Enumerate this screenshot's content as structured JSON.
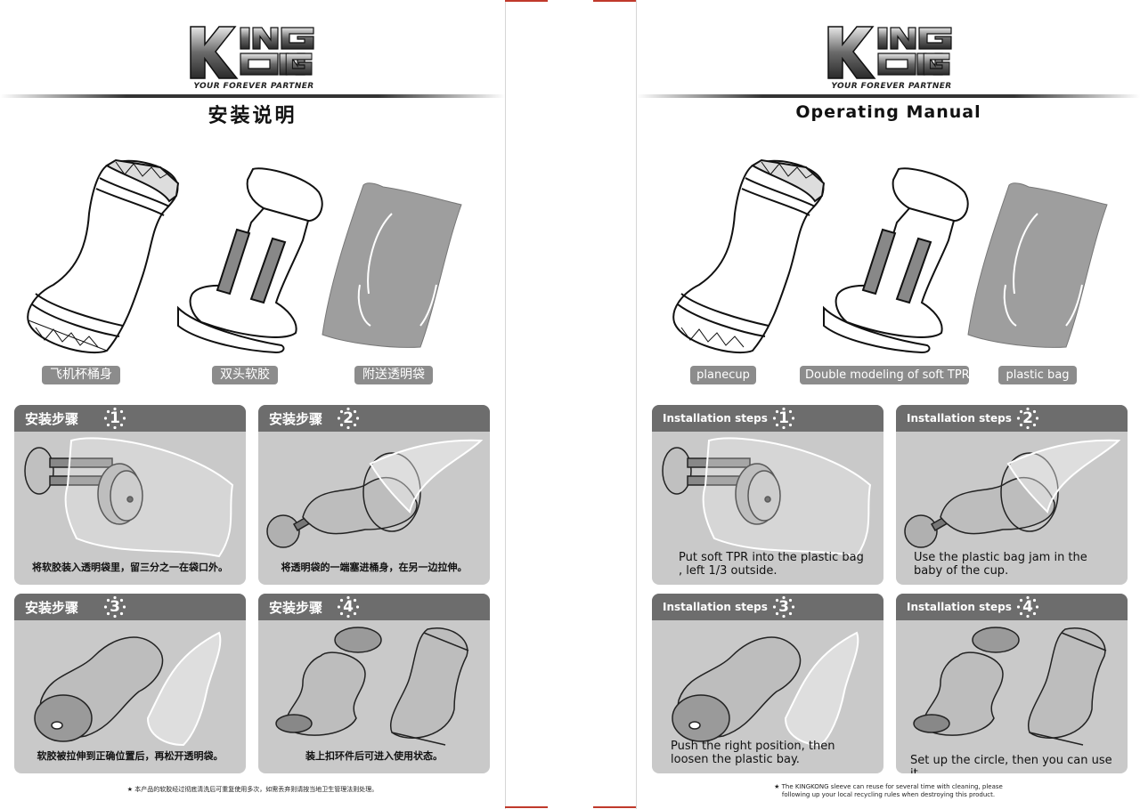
{
  "brand": {
    "logo_text": "KING KONG",
    "tagline": "YOUR FOREVER PARTNER"
  },
  "left_page": {
    "title": "安装说明",
    "parts": [
      "飞机杯桶身",
      "双头软胶",
      "附送透明袋"
    ],
    "steps": [
      {
        "title": "安装步骤",
        "number": "1",
        "caption": "将软胶装入透明袋里，留三分之一在袋口外。"
      },
      {
        "title": "安装步骤",
        "number": "2",
        "caption": "将透明袋的一端塞进桶身，在另一边拉伸。"
      },
      {
        "title": "安装步骤",
        "number": "3",
        "caption": "软胶被拉伸到正确位置后，再松开透明袋。"
      },
      {
        "title": "安装步骤",
        "number": "4",
        "caption": "装上扣环件后可进入使用状态。"
      }
    ],
    "footnote": "★ 本产品的软胶经过彻底清洗后可重复使用多次，如需丢弃则请按当地卫生管理法则处理。"
  },
  "right_page": {
    "title": "Operating  Manual",
    "parts": [
      "planecup",
      "Double modeling of soft TPR",
      "plastic bag"
    ],
    "steps": [
      {
        "title": "Installation steps",
        "number": "1",
        "caption": "Put soft TPR into the plastic bag , left 1/3 outside."
      },
      {
        "title": "Installation steps",
        "number": "2",
        "caption": "Use the plastic bag jam in the baby of the cup."
      },
      {
        "title": "Installation steps",
        "number": "3",
        "caption": "Push the right position, then loosen the plastic bay."
      },
      {
        "title": "Installation steps",
        "number": "4",
        "caption": "Set up the circle, then you can use it."
      }
    ],
    "footnote_line1": "★ The KINGKONG sleeve can reuse for several time with cleaning, please",
    "footnote_line2": "following up your local recycling rules when destroying this product."
  },
  "colors": {
    "step_header": "#6d6d6d",
    "step_body": "#c9c9c9",
    "label_bg": "#8c8c8c",
    "bag_fill": "#9e9e9e",
    "red_mark": "#c0392b"
  },
  "icons": [
    "cup-outline-icon",
    "soft-tpr-insert-icon",
    "plastic-bag-icon",
    "step-number-dots-icon"
  ]
}
